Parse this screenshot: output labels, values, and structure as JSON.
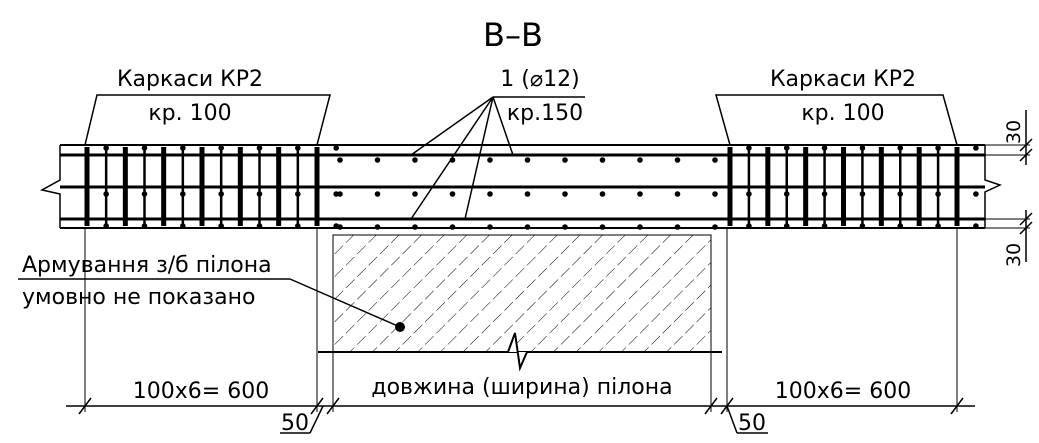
{
  "section_title": "В–В",
  "left_cage": {
    "title": "Каркаси КР2",
    "spacing": "кр. 100"
  },
  "right_cage": {
    "title": "Каркаси КР2",
    "spacing": "кр. 100"
  },
  "middle_rebar": {
    "mark": "1 (⌀12)",
    "spacing": "кр.150"
  },
  "note": {
    "line1": "Армування з/б пілона",
    "line2": "умовно не показано"
  },
  "dimensions": {
    "left": "100x6= 600",
    "center": "довжина (ширина) пілона",
    "right": "100x6= 600",
    "left_gap": "50",
    "right_gap": "50",
    "cover_top": "30",
    "cover_bottom": "30"
  }
}
